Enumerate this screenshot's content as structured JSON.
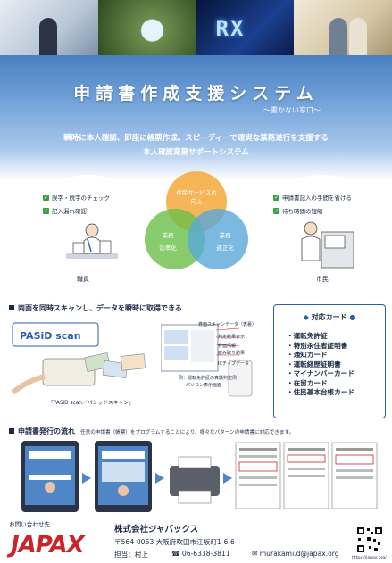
{
  "header": {
    "title": "申請書作成支援システム",
    "subtitle": "～書かない窓口～",
    "lead1": "瞬時に本人確認、即座に帳票作成。スピーディーで確実な業務遂行を支援する",
    "lead2": "本人確認業務サポートシステム",
    "photo_text": "RX"
  },
  "staff": {
    "checks": [
      "誤字・脱字のチェック",
      "記入漏れ確認"
    ],
    "role": "職員"
  },
  "citizen": {
    "checks": [
      "申請書記入の手間を省ける",
      "待ち時間の短縮"
    ],
    "role": "市民"
  },
  "venn": {
    "top": [
      "住民サービスの",
      "向上"
    ],
    "left": [
      "業務",
      "効率化"
    ],
    "right": [
      "業務",
      "適正化"
    ]
  },
  "scan_section": {
    "heading": "両面を同時スキャンし、データを瞬時に取得できる",
    "brand": "PASiD scan",
    "caption": "「PASiD scan／パシッドスキャン」",
    "callouts": [
      "券面スキャンデータ（表裏）",
      "判定結果表示",
      "券面情報",
      "読み取り結果",
      "ICチップデータ"
    ],
    "note": [
      "例：運転免許証の真贋判定例",
      "パソコン表示画面"
    ]
  },
  "cards": {
    "title": "対応カード",
    "items": [
      "・運転免許証",
      "・特別永住者証明書",
      "・通知カード",
      "・運転経歴証明書",
      "・マイナンバーカード",
      "・在留カード",
      "・住民基本台帳カード"
    ]
  },
  "flow_section": {
    "heading": "申請書発行の流れ",
    "note": "任意の申請書（帳票）をプログラムすることにより、様々なパターンの申請書に対応できます。"
  },
  "footer": {
    "contact_label": "お問い合わせ先",
    "logo": "JAPAX",
    "company": "株式会社ジャパックス",
    "address": "〒564-0063 大阪府吹田市江坂町1-6-6",
    "rep": "担当：村上",
    "tel": "06-6338-3811",
    "mail": "murakami.d@japax.org",
    "url": "https://japax.org/"
  },
  "colors": {
    "brand_red": "#c9262c",
    "navy": "#1a2a44",
    "header_blue": "#4a7fc0",
    "venn_orange": "#f4a93b",
    "venn_green": "#6cbf4a",
    "venn_blue": "#5aa8d8"
  }
}
